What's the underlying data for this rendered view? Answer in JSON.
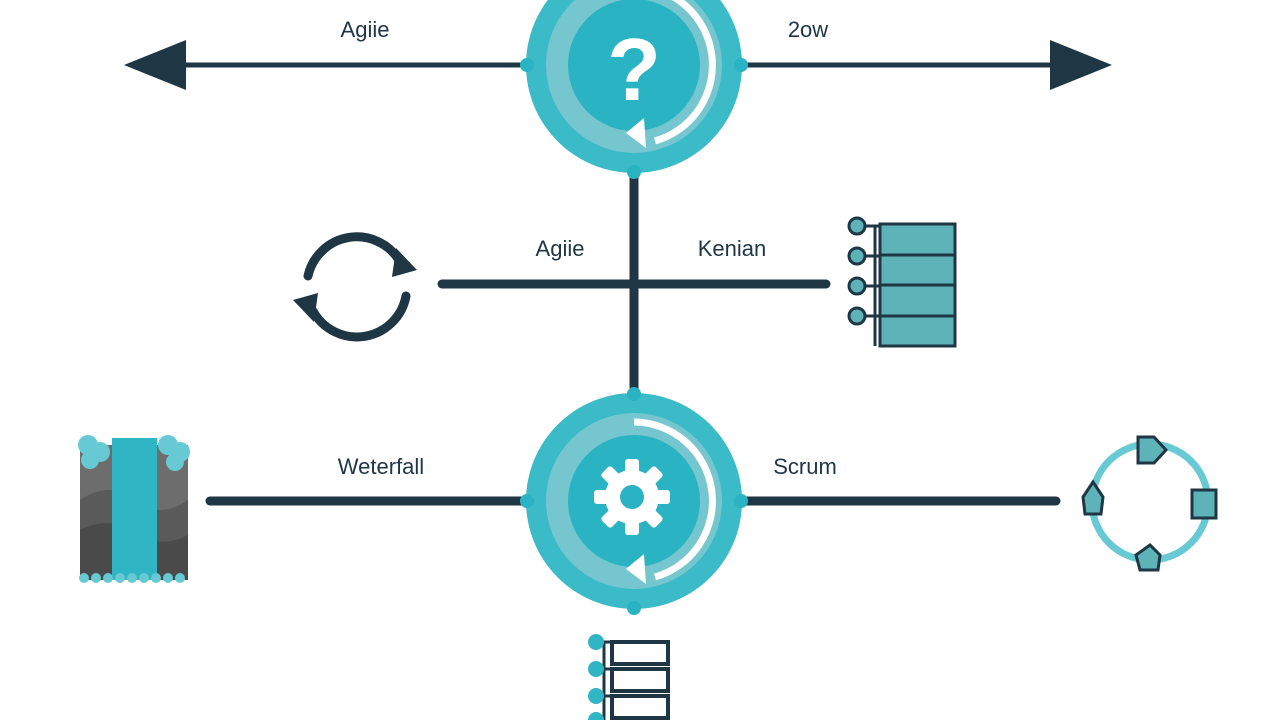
{
  "labels": {
    "top_left": "Agiie",
    "top_right": "2ow",
    "mid_left": "Agiie",
    "mid_right": "Kenian",
    "bottom_left": "Weterfall",
    "bottom_right": "Scrum"
  },
  "hubs": {
    "top_symbol": "?",
    "top_icon": "question-icon",
    "bottom_icon": "gear-icon"
  },
  "icons": {
    "cycle": "cycle-icon",
    "kanban": "kanban-board-icon",
    "waterfall": "waterfall-icon",
    "scrum": "scrum-cycle-icon",
    "backlog": "backlog-list-icon"
  },
  "colors": {
    "dark": "#1f3645",
    "teal": "#2fb5c4",
    "teal_light": "#66c9d3",
    "teal_dark": "#1c8d9b",
    "board": "#5db3b8",
    "rock": "#6d6d6d"
  }
}
